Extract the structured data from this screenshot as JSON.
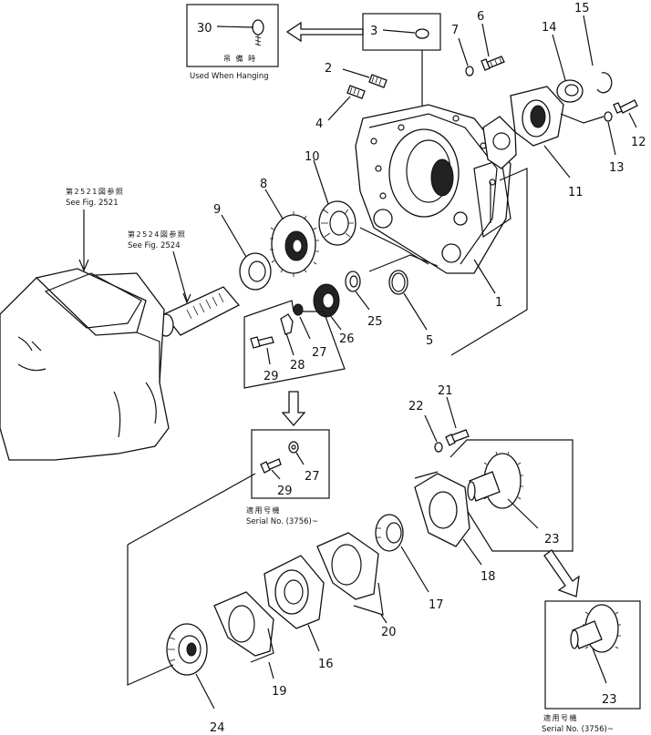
{
  "callouts": {
    "c1": "1",
    "c2": "2",
    "c3": "3",
    "c4": "4",
    "c5": "5",
    "c6": "6",
    "c7": "7",
    "c8": "8",
    "c9": "9",
    "c10": "10",
    "c11": "11",
    "c12": "12",
    "c13": "13",
    "c14": "14",
    "c15": "15",
    "c16": "16",
    "c17": "17",
    "c18": "18",
    "c19": "19",
    "c20": "20",
    "c21": "21",
    "c22": "22",
    "c23a": "23",
    "c23b": "23",
    "c24": "24",
    "c25": "25",
    "c26": "26",
    "c27a": "27",
    "c27b": "27",
    "c28": "28",
    "c29a": "29",
    "c29b": "29",
    "c30": "30"
  },
  "notes": {
    "hanging_jp": "吊 備 時",
    "hanging_en": "Used When Hanging",
    "ref2521_jp": "第2521図参照",
    "ref2521_en": "See Fig. 2521",
    "ref2524_jp": "第2524図参照",
    "ref2524_en": "See Fig. 2524",
    "serial_jp_1": "適用号機",
    "serial_en_1": "Serial No. (3756)~",
    "serial_jp_2": "適用号機",
    "serial_en_2": "Serial No. (3756)~"
  }
}
